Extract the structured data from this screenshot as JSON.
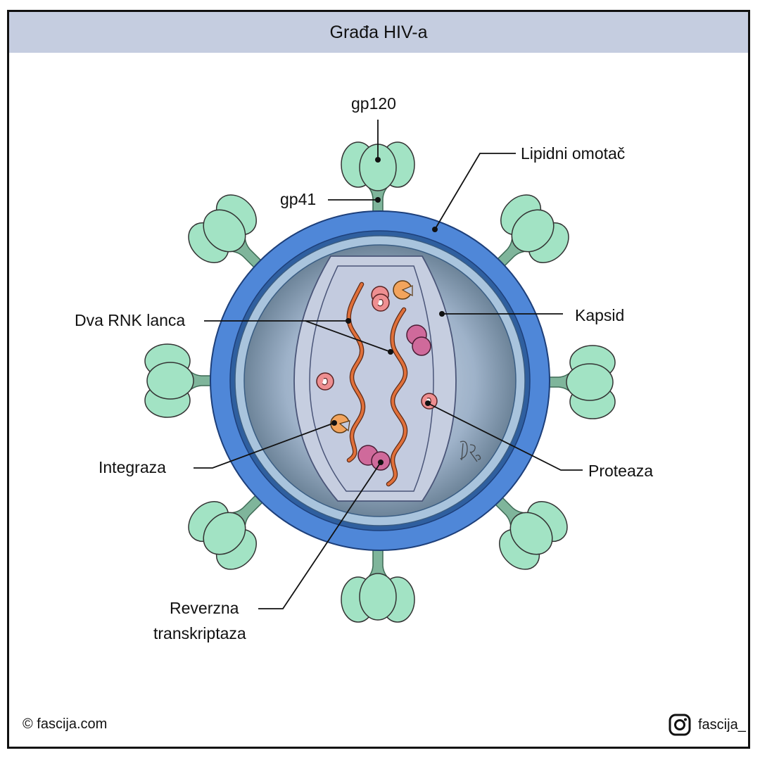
{
  "title": "Građa HIV-a",
  "labels": {
    "gp120": "gp120",
    "lipid_envelope": "Lipidni omotač",
    "gp41": "gp41",
    "rna": "Dva RNK lanca",
    "capsid": "Kapsid",
    "integrase": "Integraza",
    "protease": "Proteaza",
    "reverse_transcriptase_line1": "Reverzna",
    "reverse_transcriptase_line2": "transkriptaza"
  },
  "footer": {
    "copyright": "© fascija.com",
    "instagram_handle": "fascija_",
    "instagram_icon": "instagram-icon"
  },
  "colors": {
    "title_bar": "#c5cde0",
    "envelope": "#4f87d8",
    "glycoprotein": "#a2e3c4",
    "stem": "#7fb59b",
    "rna": "#e0703a",
    "integrase": "#f2a45d",
    "protease": "#ee8f91",
    "reverse_transcriptase": "#cf6a9b"
  }
}
